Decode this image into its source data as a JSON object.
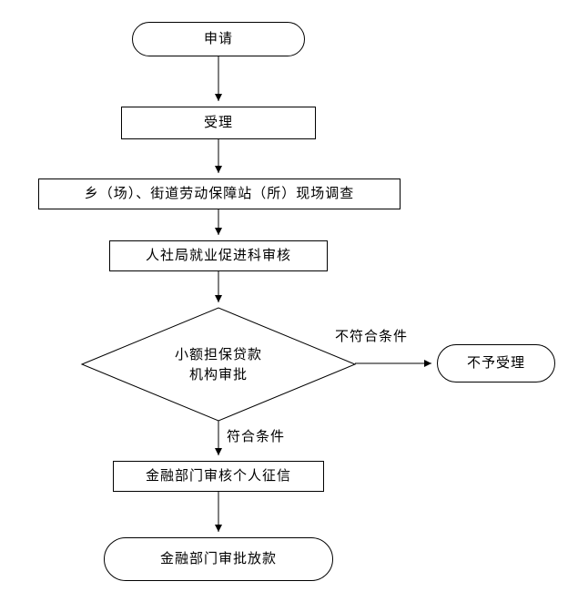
{
  "flowchart": {
    "nodes": {
      "start": "申请",
      "accept": "受理",
      "survey": "乡（场）、街道劳动保障站（所）现场调查",
      "review": "人社局就业促进科审核",
      "decision": "小额担保贷款\n机构审批",
      "reject": "不予受理",
      "credit": "金融部门审核个人征信",
      "disburse": "金融部门审批放款"
    },
    "labels": {
      "no_match": "不符合条件",
      "match": "符合条件"
    },
    "colors": {
      "stroke": "#000000",
      "fill": "#ffffff",
      "text": "#000000"
    }
  }
}
